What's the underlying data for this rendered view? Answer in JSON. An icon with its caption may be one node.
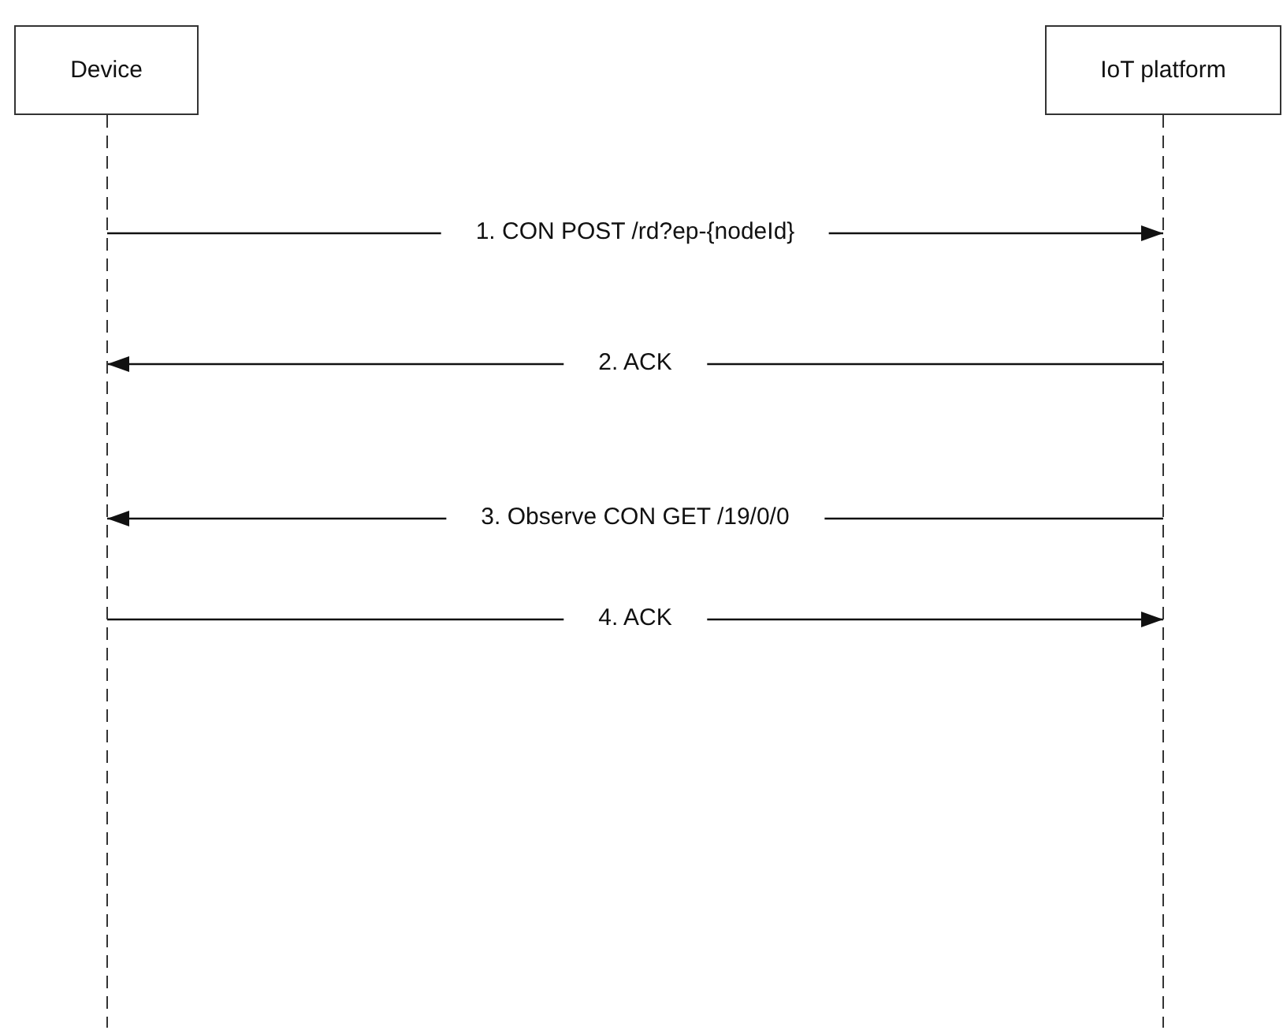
{
  "diagram": {
    "nodes": [
      {
        "text": [
          "Device"
        ]
      },
      {
        "text": [
          "IoT platform"
        ]
      }
    ],
    "edges": [
      {
        "from": 0,
        "to": 1,
        "arrow": "to",
        "label": "1. CON POST /rd?ep-{nodeId}"
      },
      {
        "from": 1,
        "to": 0,
        "arrow": "to",
        "label": "2. ACK"
      },
      {
        "from": 1,
        "to": 0,
        "arrow": "to",
        "label": "3. Observe CON GET /19/0/0"
      },
      {
        "from": 0,
        "to": 1,
        "arrow": "to",
        "label": "4. ACK"
      }
    ]
  }
}
